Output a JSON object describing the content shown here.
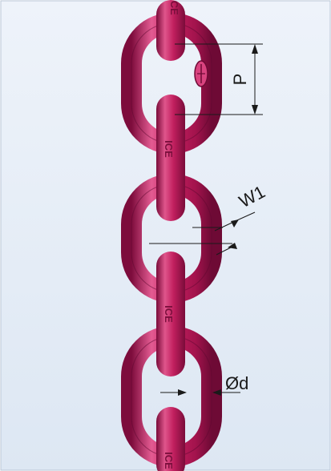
{
  "colors": {
    "background_top": "#eef3fa",
    "background_bottom": "#dfe8f4",
    "border": "#b9c6d6",
    "chain_light": "#e8669a",
    "chain_mid": "#c42063",
    "chain_dark": "#8e0f45",
    "dimension_line": "#1a1a1a"
  },
  "labels": {
    "pitch": "P",
    "width": "W1",
    "diameter": "Ød"
  },
  "link_marking": "ICE"
}
